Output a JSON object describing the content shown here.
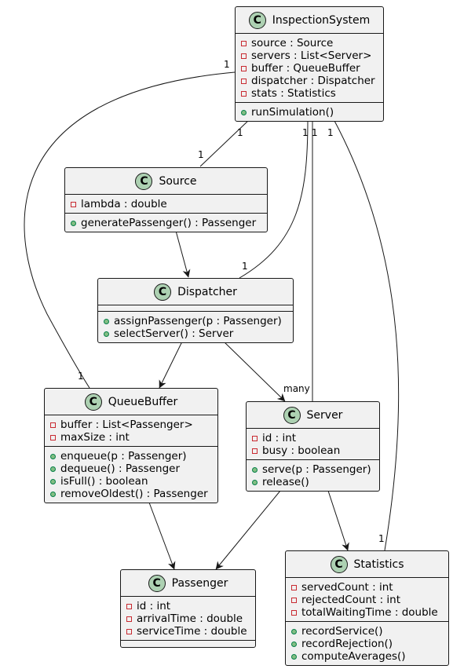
{
  "classes": {
    "inspection_system": {
      "name": "InspectionSystem",
      "attributes": [
        "source : Source",
        "servers : List<Server>",
        "buffer : QueueBuffer",
        "dispatcher : Dispatcher",
        "stats : Statistics"
      ],
      "methods": [
        "runSimulation()"
      ]
    },
    "source": {
      "name": "Source",
      "attributes": [
        "lambda : double"
      ],
      "methods": [
        "generatePassenger() : Passenger"
      ]
    },
    "dispatcher": {
      "name": "Dispatcher",
      "attributes": [],
      "methods": [
        "assignPassenger(p : Passenger)",
        "selectServer() : Server"
      ]
    },
    "queue_buffer": {
      "name": "QueueBuffer",
      "attributes": [
        "buffer : List<Passenger>",
        "maxSize : int"
      ],
      "methods": [
        "enqueue(p : Passenger)",
        "dequeue() : Passenger",
        "isFull() : boolean",
        "removeOldest() : Passenger"
      ]
    },
    "server": {
      "name": "Server",
      "attributes": [
        "id : int",
        "busy : boolean"
      ],
      "methods": [
        "serve(p : Passenger)",
        "release()"
      ]
    },
    "passenger": {
      "name": "Passenger",
      "attributes": [
        "id : int",
        "arrivalTime : double",
        "serviceTime : double"
      ],
      "methods": []
    },
    "statistics": {
      "name": "Statistics",
      "attributes": [
        "servedCount : int",
        "rejectedCount : int",
        "totalWaitingTime : double"
      ],
      "methods": [
        "recordService()",
        "recordRejection()",
        "computeAverages()"
      ]
    }
  },
  "class_icon_letter": "C",
  "multiplicities": {
    "sys_buffer_top": "1",
    "sys_source_top": "1",
    "source_top": "1",
    "sys_dispatcher_top": "1",
    "sys_server_top": "1",
    "sys_stats_top": "1",
    "dispatcher_top": "1",
    "buffer_top": "1",
    "server_many": "many",
    "stats_end": "1"
  },
  "colors": {
    "class_fill": "#f1f1f1",
    "icon_fill": "#add1b2",
    "line": "#181818",
    "private_marker": "#c82930",
    "public_marker": "#038048"
  }
}
